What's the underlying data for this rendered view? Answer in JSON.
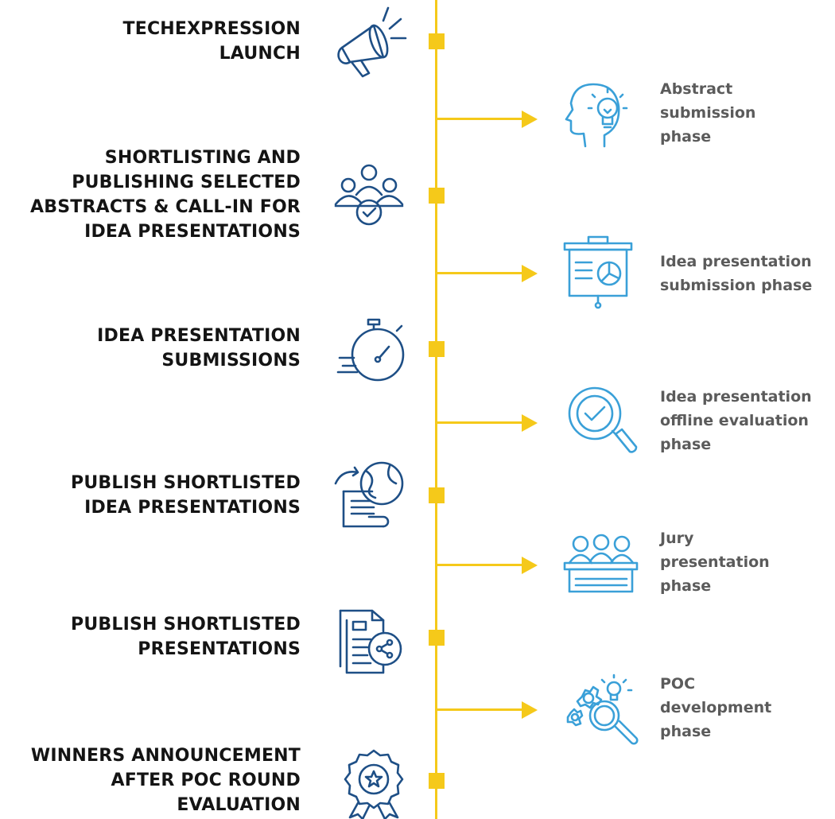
{
  "colors": {
    "timeline": "#F5C91A",
    "left_icons": "#1E4F86",
    "right_icons": "#3AA0D8",
    "left_text": "#141414",
    "right_text": "#5b5b5b"
  },
  "left_steps": [
    {
      "lines": [
        "TECHEXPRESSION",
        "LAUNCH"
      ],
      "icon": "megaphone-icon"
    },
    {
      "lines": [
        "SHORTLISTING AND",
        "PUBLISHING SELECTED",
        "ABSTRACTS & CALL-IN FOR",
        "IDEA PRESENTATIONS"
      ],
      "icon": "team-approval-icon"
    },
    {
      "lines": [
        "IDEA PRESENTATION",
        "SUBMISSIONS"
      ],
      "icon": "stopwatch-icon"
    },
    {
      "lines": [
        "PUBLISH SHORTLISTED",
        "IDEA PRESENTATIONS"
      ],
      "icon": "document-globe-icon"
    },
    {
      "lines": [
        "PUBLISH SHORTLISTED",
        "PRESENTATIONS"
      ],
      "icon": "document-share-icon"
    },
    {
      "lines": [
        "WINNERS ANNOUNCEMENT",
        "AFTER POC ROUND",
        "EVALUATION"
      ],
      "icon": "award-badge-icon"
    }
  ],
  "right_phases": [
    {
      "lines": [
        "Abstract",
        "submission",
        "phase"
      ],
      "icon": "head-lightbulb-icon"
    },
    {
      "lines": [
        "Idea presentation",
        "submission phase"
      ],
      "icon": "presentation-board-icon"
    },
    {
      "lines": [
        "Idea presentation",
        "offline evaluation",
        "phase"
      ],
      "icon": "magnifier-check-icon"
    },
    {
      "lines": [
        "Jury",
        "presentation",
        "phase"
      ],
      "icon": "jury-panel-icon"
    },
    {
      "lines": [
        "POC",
        "development",
        "phase"
      ],
      "icon": "gears-idea-icon"
    }
  ]
}
